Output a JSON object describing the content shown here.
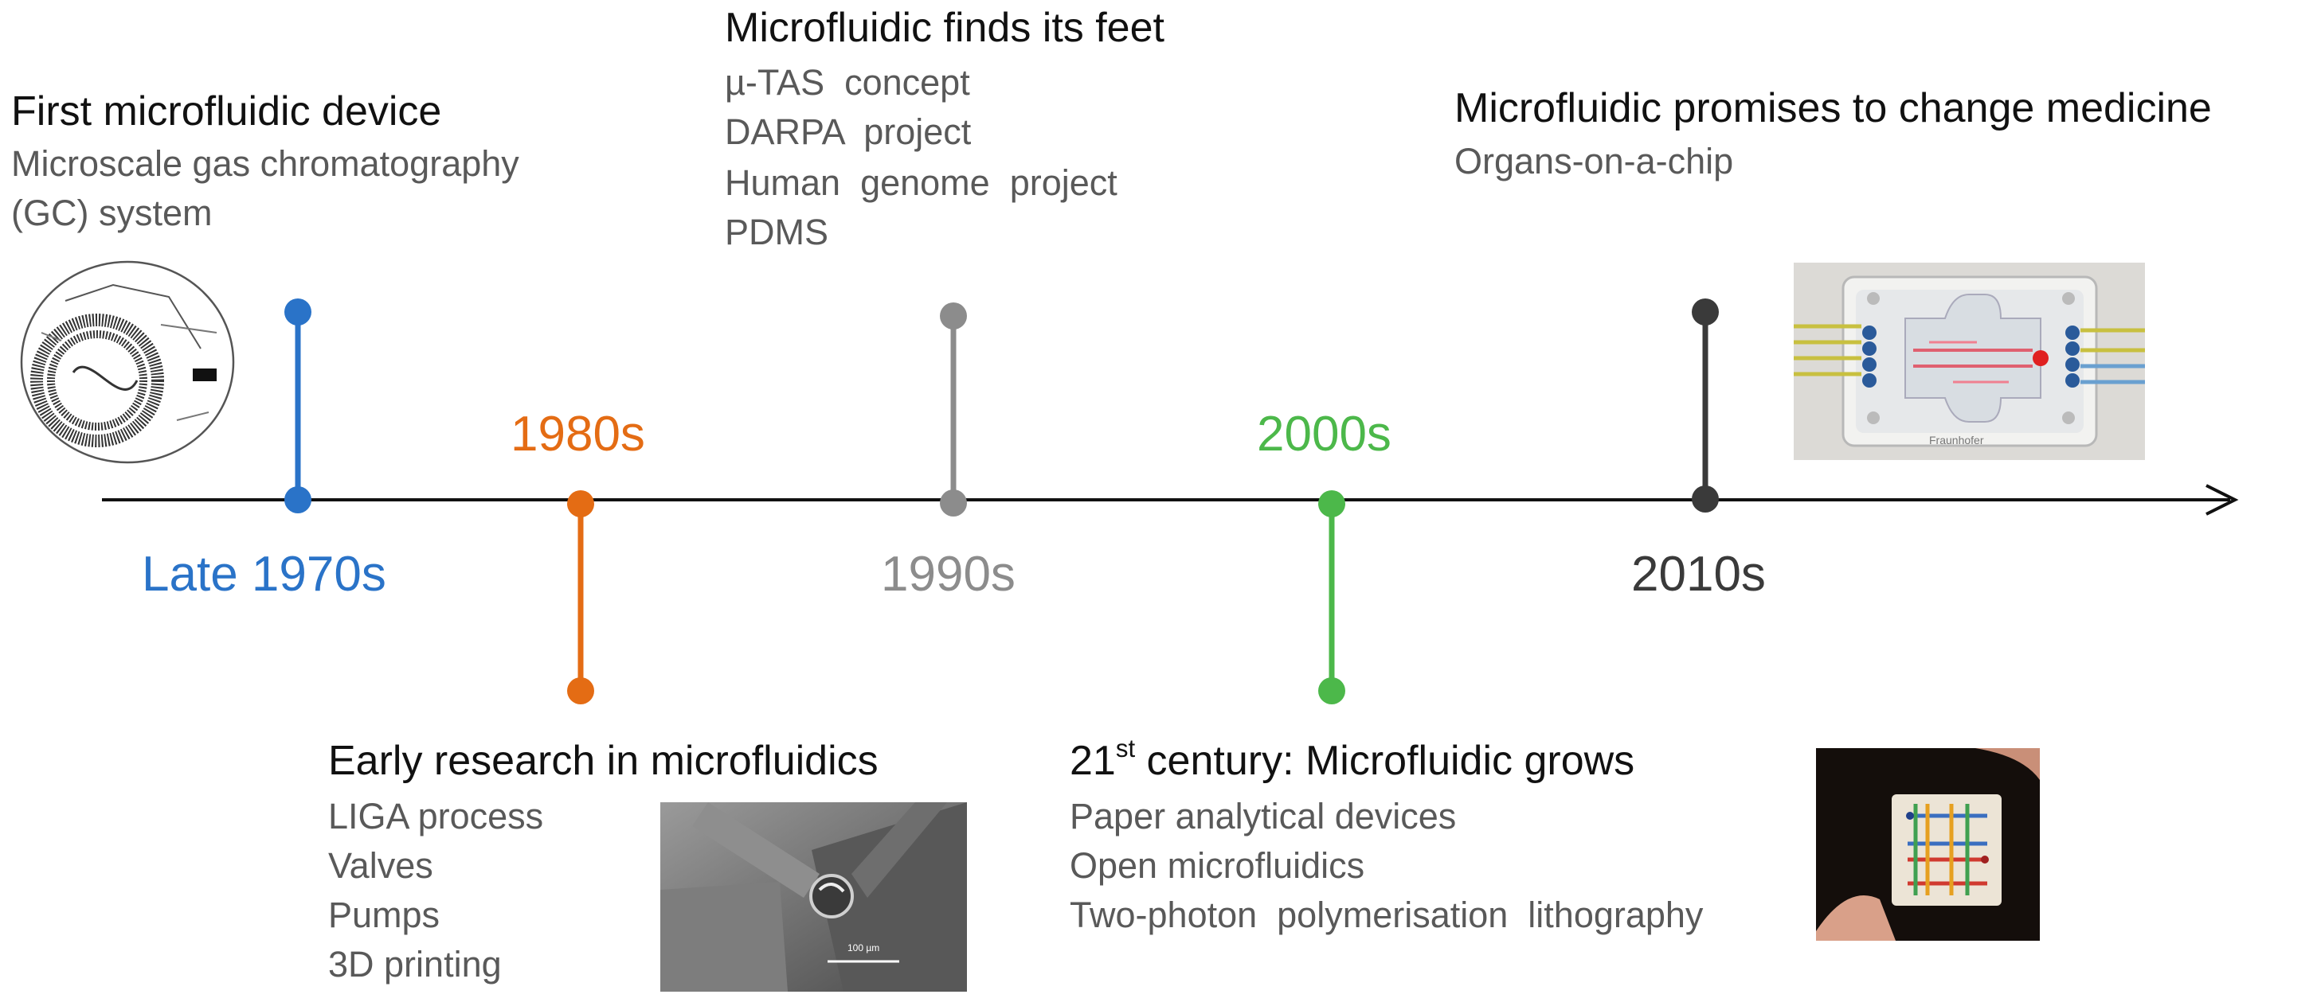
{
  "colors": {
    "blue": "#2a73c8",
    "orange": "#e46c14",
    "gray": "#8c8c8c",
    "green": "#4cb84a",
    "dark": "#3a3a3a",
    "axis": "#111111",
    "subtext": "#595959"
  },
  "events": {
    "late1970s": {
      "year": "Late 1970s",
      "title": "First microfluidic device",
      "items": [
        "Microscale gas chromatography",
        "(GC) system"
      ],
      "image": "gas-chromatography-spiral-schematic"
    },
    "1980s": {
      "year": "1980s",
      "title": "Early research in microfluidics",
      "items": [
        "LIGA process",
        "Valves",
        "Pumps",
        "3D printing"
      ],
      "image": "sem-microvalve-micrograph",
      "image_label": "100 µm"
    },
    "1990s": {
      "year": "1990s",
      "title": "Microfluidic finds its feet",
      "items": [
        "µ-TAS  concept",
        "DARPA  project",
        "Human  genome  project",
        "PDMS"
      ]
    },
    "2000s": {
      "year": "2000s",
      "title_main": "21",
      "title_sup": "st",
      "title_rest": " century: Microfluidic grows",
      "items": [
        "Paper analytical devices",
        "Open microfluidics",
        "Two-photon  polymerisation  lithography"
      ],
      "image": "paper-microfluidic-chip-photo"
    },
    "2010s": {
      "year": "2010s",
      "title": "Microfluidic promises to change medicine",
      "items": [
        "Organs-on-a-chip"
      ],
      "image": "organ-on-chip-photo",
      "image_label": "Fraunhofer"
    }
  }
}
